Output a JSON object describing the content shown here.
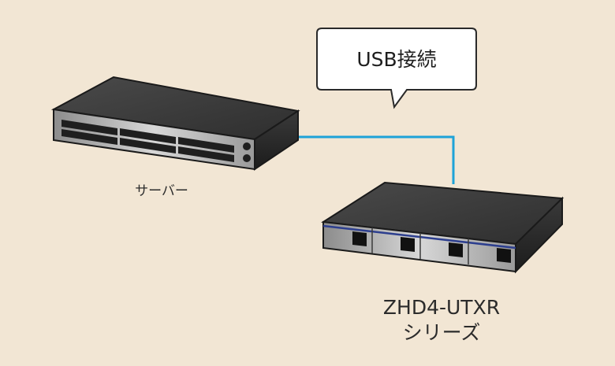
{
  "callout": {
    "text": "USB接続"
  },
  "server": {
    "label": "サーバー"
  },
  "device": {
    "name_line1": "ZHD4-UTXR",
    "name_line2": "シリーズ"
  },
  "colors": {
    "background": "#f2e6d4",
    "cable": "#1ea3d8",
    "device_body": "#2a2a2a",
    "accent_stripe": "#2d3f8f"
  },
  "icons": {
    "server": "rack-server-icon",
    "device": "usb-storage-device-icon"
  }
}
